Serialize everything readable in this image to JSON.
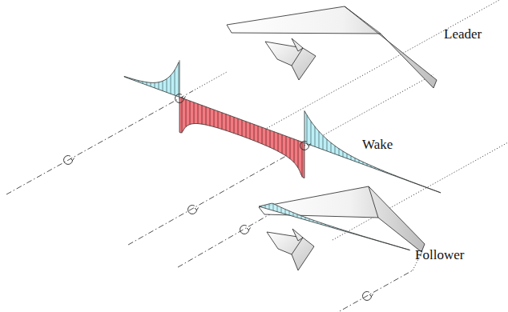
{
  "diagram": {
    "labels": [
      "Leader",
      "Wake",
      "Follower"
    ]
  }
}
